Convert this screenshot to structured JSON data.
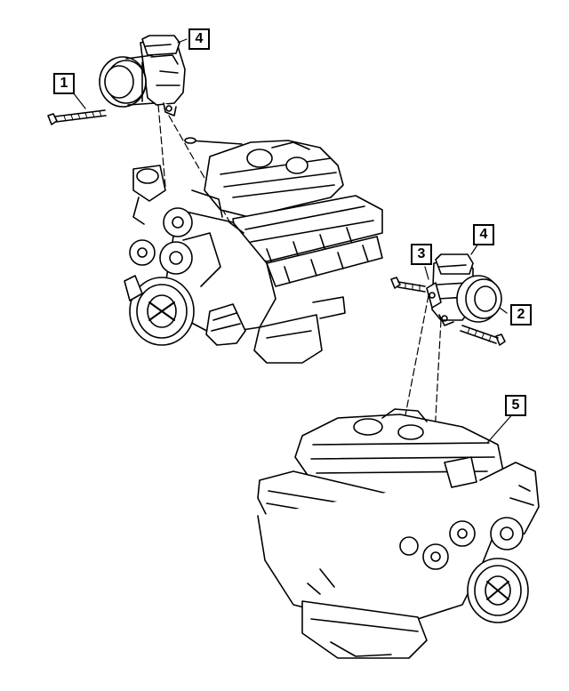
{
  "callouts": [
    {
      "id": "c1",
      "label": "1"
    },
    {
      "id": "c4a",
      "label": "4"
    },
    {
      "id": "c3",
      "label": "3"
    },
    {
      "id": "c4b",
      "label": "4"
    },
    {
      "id": "c2",
      "label": "2"
    },
    {
      "id": "c5",
      "label": "5"
    }
  ],
  "colors": {
    "ink": "#000000",
    "paper": "#ffffff"
  }
}
